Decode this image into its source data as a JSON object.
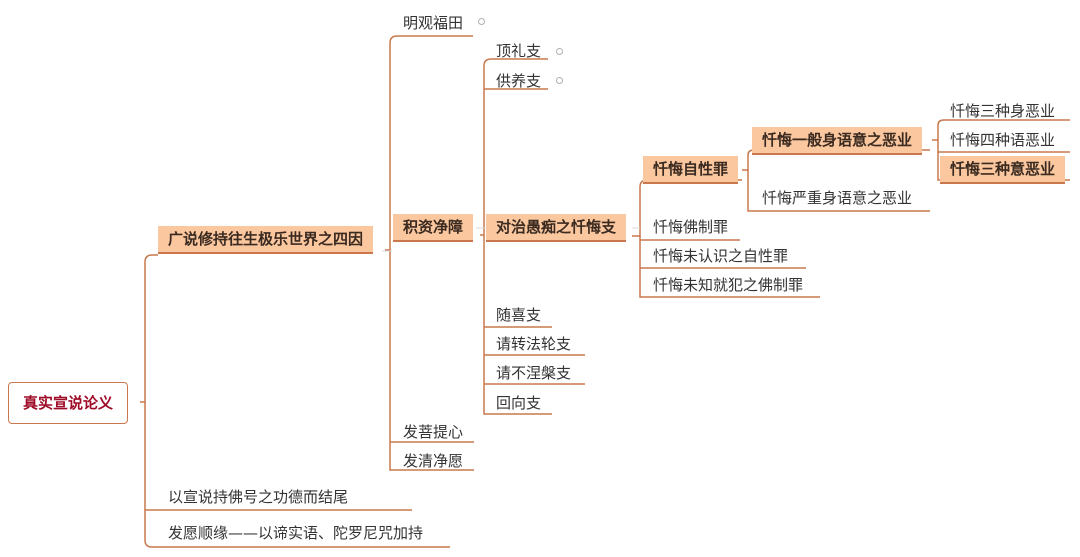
{
  "root": "真实宣说论义",
  "l1": [
    "广说修持往生极乐世界之四因",
    "以宣说持佛号之功德而结尾",
    "发愿顺缘——以谛实语、陀罗尼咒加持"
  ],
  "l2": [
    "明观福田",
    "积资净障",
    "发菩提心",
    "发清净愿"
  ],
  "l3": [
    "顶礼支",
    "供养支",
    "对治愚痴之忏悔支",
    "随喜支",
    "请转法轮支",
    "请不涅槃支",
    "回向支"
  ],
  "l4": [
    "忏悔自性罪",
    "忏悔佛制罪",
    "忏悔未认识之自性罪",
    "忏悔未知就犯之佛制罪"
  ],
  "l5": [
    "忏悔一般身语意之恶业",
    "忏悔严重身语意之恶业"
  ],
  "l6": [
    "忏悔三种身恶业",
    "忏悔四种语恶业",
    "忏悔三种意恶业"
  ],
  "colors": {
    "line": "#c9784d",
    "highlight": "#fbc79f",
    "root_text": "#9e0b26"
  }
}
